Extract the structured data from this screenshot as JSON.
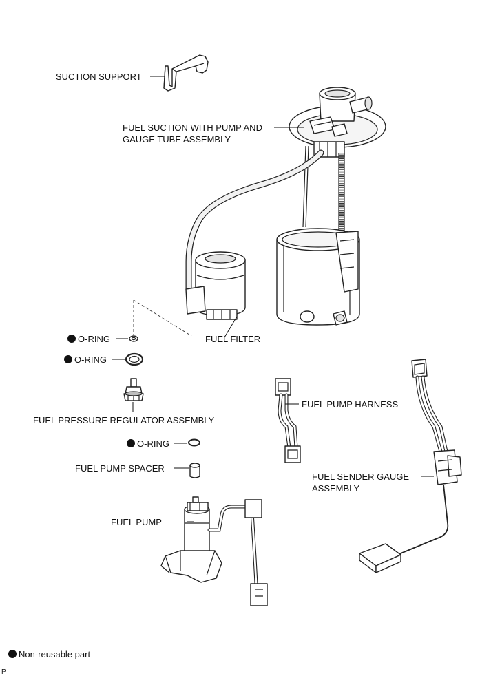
{
  "labels": {
    "suction_support": "SUCTION SUPPORT",
    "fuel_suction_line1": "FUEL SUCTION WITH PUMP AND",
    "fuel_suction_line2": "GAUGE TUBE ASSEMBLY",
    "fuel_filter": "FUEL FILTER",
    "o_ring": "O-RING",
    "fuel_pressure_regulator": "FUEL PRESSURE REGULATOR ASSEMBLY",
    "fuel_pump_spacer": "FUEL PUMP SPACER",
    "fuel_pump": "FUEL PUMP",
    "fuel_pump_harness": "FUEL PUMP HARNESS",
    "fuel_sender_line1": "FUEL SENDER GAUGE",
    "fuel_sender_line2": "ASSEMBLY"
  },
  "legend": {
    "non_reusable": "Non-reusable part"
  },
  "corner_mark": "P"
}
